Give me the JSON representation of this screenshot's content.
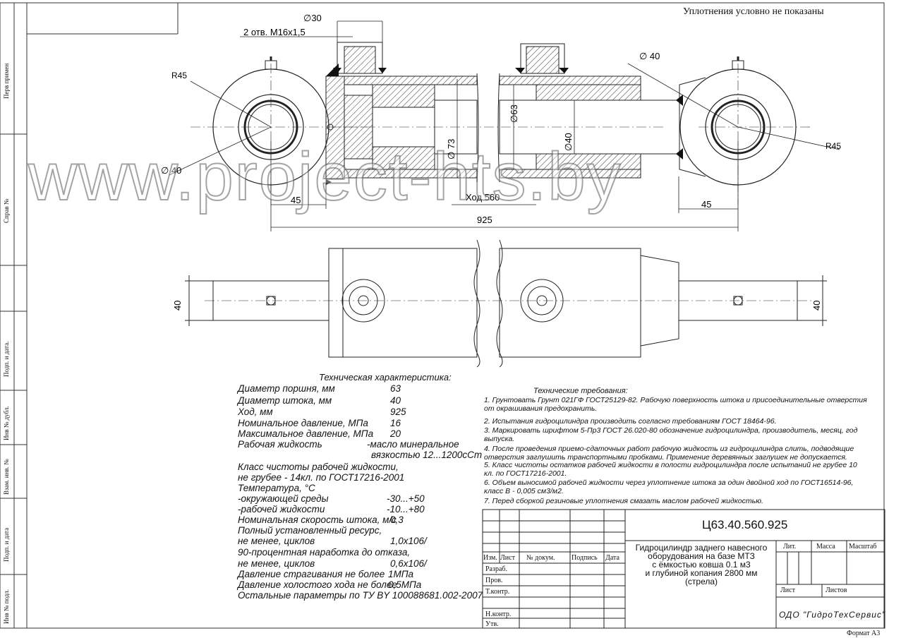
{
  "header_note": "Уплотнения условно не показаны",
  "side_labels": [
    "Перв примен",
    "Справ №",
    "Подп. и дата.",
    "Инв № дубл.",
    "Взам. инв. №",
    "Подп. и дата",
    "Инв № подл."
  ],
  "dimensions": {
    "d30": "∅30",
    "thread": "2 отв. М16х1,5",
    "d40_right": "∅ 40",
    "r45_left": "R45",
    "r45_right": "R45",
    "d40_left": "∅ 40",
    "d63": "∅63",
    "d73": "∅ 73",
    "d40_rod": "∅40",
    "stroke": "Ход 560",
    "len45_left": "45",
    "len45_right": "45",
    "total": "925",
    "side40_left": "40",
    "side40_right": "40"
  },
  "watermark": "www.project-hts.by",
  "specs": {
    "title": "Техническая характеристика:",
    "rows": [
      {
        "label": "Диаметр поршня, мм",
        "value": "63"
      },
      {
        "label": "Диаметр штока, мм",
        "value": "40"
      },
      {
        "label": "Ход, мм",
        "value": "925"
      },
      {
        "label": "Номинальное давление, МПа",
        "value": "16"
      },
      {
        "label": "Максимальное давление, МПа",
        "value": "20"
      },
      {
        "label": "Рабочая жидкость",
        "value": "-масло минеральное"
      },
      {
        "label": "",
        "value": "вязкостью 12...1200сСт"
      },
      {
        "label": "Класс чистоты рабочей жидкости,",
        "value": ""
      },
      {
        "label": "не грубее - 14кл. по ГОСТ17216-2001",
        "value": ""
      },
      {
        "label": "Температура, °С",
        "value": ""
      },
      {
        "label": " -окружающей среды",
        "value": "-30...+50"
      },
      {
        "label": " -рабочей жидкости",
        "value": "-10...+80"
      },
      {
        "label": "Номинальная скорость штока, м/с",
        "value": "0,3"
      },
      {
        "label": "Полный установленный ресурс,",
        "value": ""
      },
      {
        "label": "не менее, циклов",
        "value": "1,0х106/"
      },
      {
        "label": "90-процентная наработка до отказа,",
        "value": ""
      },
      {
        "label": "не менее, циклов",
        "value": "0,6х106/"
      },
      {
        "label": "Давление страгивания не более",
        "value": "1МПа"
      },
      {
        "label": "Давление холостого хода не более",
        "value": "0,5МПа"
      },
      {
        "label": "Остальные параметры по ТУ BY 100088681.002-2007",
        "value": ""
      }
    ]
  },
  "requirements": {
    "title": "Технические требования:",
    "items": [
      "1. Грунтовать Грунт 021ГФ ГОСТ25129-82. Рабочую поверхность штока и присоединительные отверстия от окрашивания предохранить.",
      "2. Испытания гидроцилиндра производить согласно требованиям ГОСТ 18464-96.",
      "3. Маркировать шрифтом 5-Пр3 ГОСТ 26.020-80 обозначение гидроцилиндра, производитель, месяц, год выпуска.",
      "4. После проведения приемо-сдаточных работ рабочую жидкость из гидроцилиндра слить, подводящие отверстия заглушить транспортными пробками. Применение деревянных заглушек не допускается.",
      "5. Класс чистоты остатков рабочей жидкости в полости гидроцилиндра после испытаний не грубее 10 кл. по ГОСТ17216-2001.",
      "6. Объем выносимой рабочей жидкости через уплотнение штока за один двойной ход по ГОСТ16514-96, класс В - 0,005 см3/м2.",
      "7. Перед сборкой резиновые уплотнения смазать маслом  рабочей жидкостью."
    ]
  },
  "title_block": {
    "designation": "Ц63.40.560.925",
    "name_lines": [
      "Гидроцилиндр заднего навесного",
      "оборудования на базе МТЗ",
      "с ёмкостью ковша 0.1 м3",
      "и глубиной копания 2800 мм",
      "(стрела)"
    ],
    "col_izm": "Изм.",
    "col_list": "Лист",
    "col_doc": "№  докум.",
    "col_sign": "Подпись",
    "col_date": "Дата",
    "roles": [
      "Разраб.",
      "Пров.",
      "Т.контр.",
      "",
      "Н.контр.",
      "Утв."
    ],
    "lit": "Лит.",
    "mass": "Масса",
    "scale": "Масштаб",
    "sheet": "Лист",
    "sheets": "Листов",
    "org": "ОДО \"ГидроТехСервис\"",
    "format": "Формат  А3"
  }
}
